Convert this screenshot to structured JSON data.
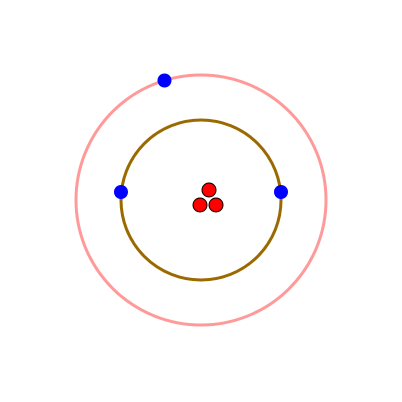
{
  "diagram": {
    "type": "bohr-atom-model",
    "background": "#ffffff",
    "nucleus": {
      "particle_count": 3,
      "color": "#ff0000",
      "outline": "#000000"
    },
    "shells": [
      {
        "label": "",
        "color": "#9a6a00",
        "electron_count": 2
      },
      {
        "label": "",
        "color": "#ff9a9a",
        "electron_count": 1
      }
    ],
    "electron_color": "#0000ff"
  }
}
